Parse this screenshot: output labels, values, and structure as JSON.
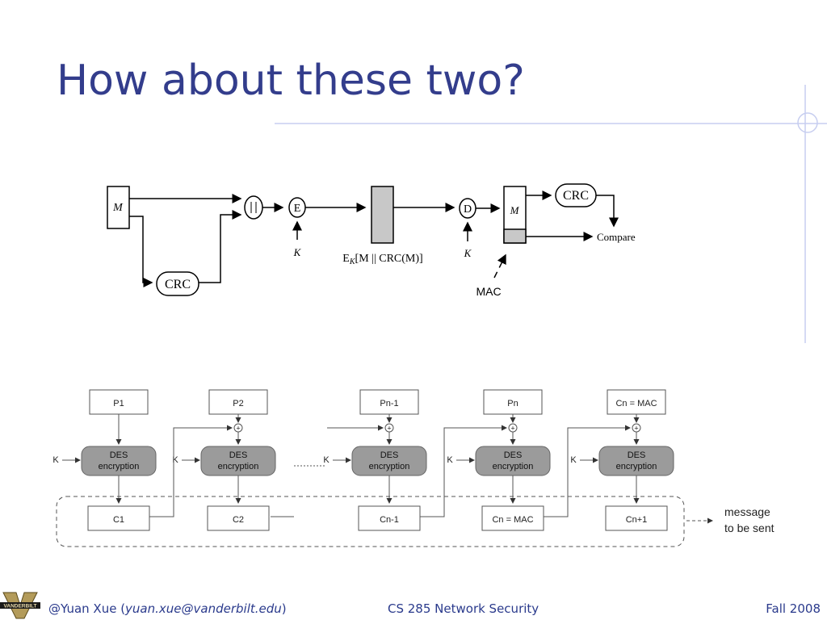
{
  "title": "How about these two?",
  "diagram1": {
    "m_left": "M",
    "crc_bottom": "CRC",
    "concat": "||",
    "encrypt": "E",
    "key_left": "K",
    "cipher_label": {
      "e": "E",
      "k": "K",
      "rest": "[M || CRC(M)]"
    },
    "decrypt": "D",
    "key_right": "K",
    "m_right": "M",
    "crc_right": "CRC",
    "compare": "Compare",
    "mac": "MAC"
  },
  "diagram2": {
    "plaintext": [
      "P1",
      "P2",
      "Pn-1",
      "Pn",
      "Cn = MAC"
    ],
    "des_line1": "DES",
    "des_line2": "encryption",
    "key": "K",
    "xor": "+",
    "ciphertext": [
      "C1",
      "C2",
      "Cn-1",
      "Cn = MAC",
      "Cn+1"
    ],
    "message_line1": "message",
    "message_line2": "to be sent"
  },
  "footer": {
    "author_prefix": "@Yuan Xue (",
    "email": "yuan.xue@vanderbilt.edu",
    "author_suffix": ")",
    "course": "CS 285 Network Security",
    "term": "Fall 2008",
    "logo_text": "VANDERBILT"
  },
  "colors": {
    "title": "#333d8c",
    "footer_text": "#2a3a8c",
    "decor_line": "#c7cef0",
    "des_fill": "#9b9b9b",
    "cipher_box_fill": "#c8c8c8",
    "logo_gold": "#b39b5a"
  }
}
